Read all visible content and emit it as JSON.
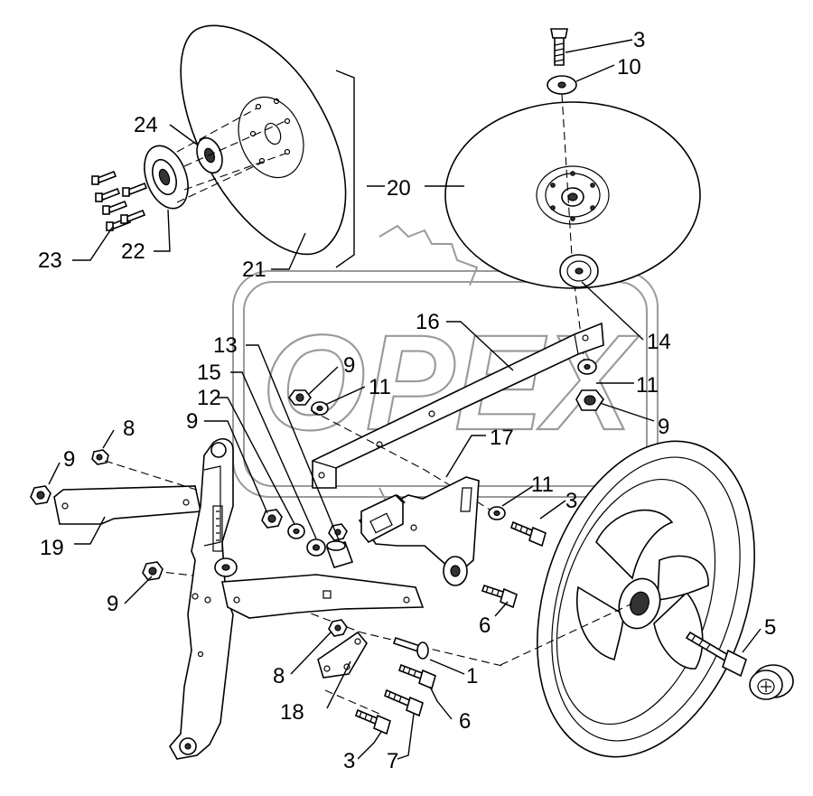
{
  "watermark": {
    "text": "OPEX"
  },
  "labels": [
    {
      "id": "l3a",
      "text": "3"
    },
    {
      "id": "l10",
      "text": "10"
    },
    {
      "id": "l24",
      "text": "24"
    },
    {
      "id": "l20",
      "text": "20"
    },
    {
      "id": "l23",
      "text": "23"
    },
    {
      "id": "l22",
      "text": "22"
    },
    {
      "id": "l21",
      "text": "21"
    },
    {
      "id": "l14",
      "text": "14"
    },
    {
      "id": "l16",
      "text": "16"
    },
    {
      "id": "l13",
      "text": "13"
    },
    {
      "id": "l9a",
      "text": "9"
    },
    {
      "id": "l15",
      "text": "15"
    },
    {
      "id": "l11a",
      "text": "11"
    },
    {
      "id": "l12",
      "text": "12"
    },
    {
      "id": "l11b",
      "text": "11"
    },
    {
      "id": "l9b",
      "text": "9"
    },
    {
      "id": "l9c",
      "text": "9"
    },
    {
      "id": "l8a",
      "text": "8"
    },
    {
      "id": "l17",
      "text": "17"
    },
    {
      "id": "l9d",
      "text": "9"
    },
    {
      "id": "l11c",
      "text": "11"
    },
    {
      "id": "l3b",
      "text": "3"
    },
    {
      "id": "l19",
      "text": "19"
    },
    {
      "id": "l9e",
      "text": "9"
    },
    {
      "id": "l6a",
      "text": "6"
    },
    {
      "id": "l5",
      "text": "5"
    },
    {
      "id": "l1",
      "text": "1"
    },
    {
      "id": "l8b",
      "text": "8"
    },
    {
      "id": "l18",
      "text": "18"
    },
    {
      "id": "l6b",
      "text": "6"
    },
    {
      "id": "l3c",
      "text": "3"
    },
    {
      "id": "l7",
      "text": "7"
    }
  ]
}
